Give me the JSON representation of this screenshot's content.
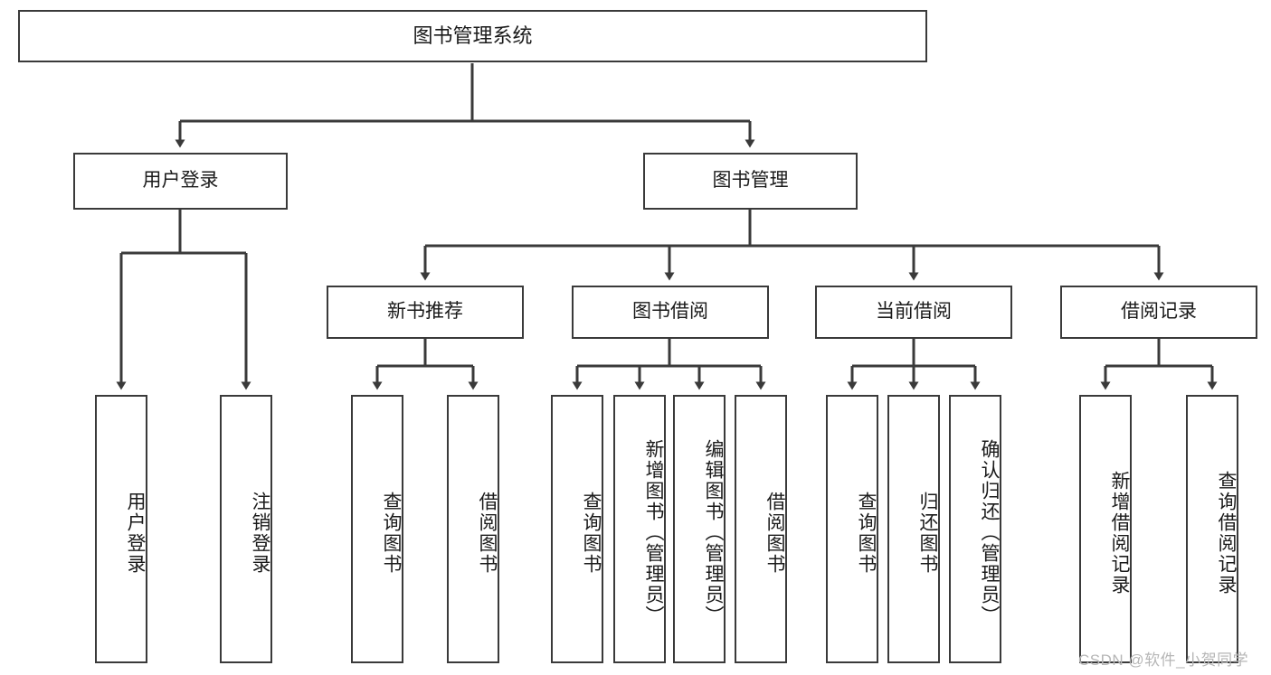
{
  "diagram": {
    "title": "图书管理系统",
    "type": "hierarchy-tree",
    "colors": {
      "box_border": "#3a3a3a",
      "box_fill": "#ffffff",
      "edge": "#3a3a3a",
      "text": "#1a1a1a",
      "watermark": "#b6b6b6",
      "background": "#ffffff"
    },
    "root": {
      "label": "图书管理系统"
    },
    "level2": [
      {
        "label": "用户登录"
      },
      {
        "label": "图书管理"
      }
    ],
    "level3": [
      {
        "label": "新书推荐"
      },
      {
        "label": "图书借阅"
      },
      {
        "label": "当前借阅"
      },
      {
        "label": "借阅记录"
      }
    ],
    "leaves": {
      "user_login": [
        {
          "label": "用户登录"
        },
        {
          "label": "注销登录"
        }
      ],
      "new_book_recommend": [
        {
          "label": "查询图书"
        },
        {
          "label": "借阅图书"
        }
      ],
      "book_borrow": [
        {
          "label": "查询图书"
        },
        {
          "label": "新增图书（管理员）"
        },
        {
          "label": "编辑图书（管理员）"
        },
        {
          "label": "借阅图书"
        }
      ],
      "current_borrow": [
        {
          "label": "查询图书"
        },
        {
          "label": "归还图书"
        },
        {
          "label": "确认归还（管理员）"
        }
      ],
      "borrow_records": [
        {
          "label": "新增借阅记录"
        },
        {
          "label": "查询借阅记录"
        }
      ]
    }
  },
  "watermark": {
    "text": "CSDN @软件_小贺同学"
  }
}
